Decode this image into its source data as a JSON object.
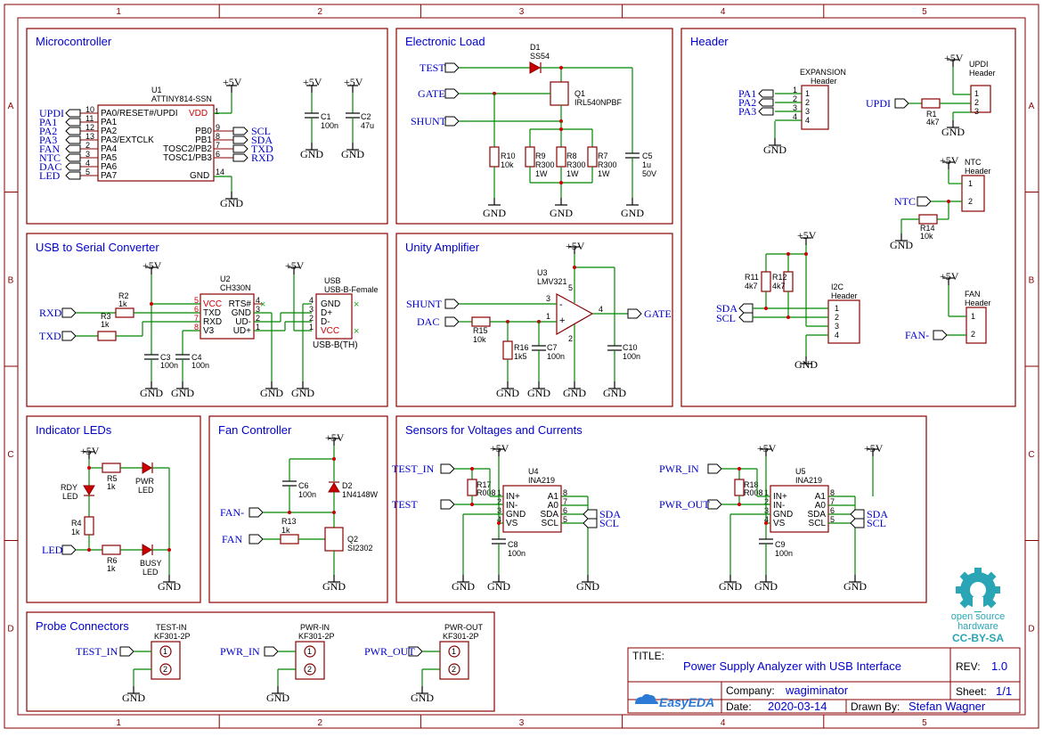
{
  "frame": {
    "cols": [
      "1",
      "2",
      "3",
      "4",
      "5"
    ],
    "rows": [
      "A",
      "B",
      "C",
      "D"
    ]
  },
  "panels": {
    "microcontroller": {
      "title": "Microcontroller",
      "u1_ref": "U1",
      "u1_part": "ATTINY814-SSN",
      "pins_left": [
        "PA0/RESET#/UPDI",
        "PA1",
        "PA2",
        "PA3/EXTCLK",
        "PA4",
        "PA5",
        "PA6",
        "PA7"
      ],
      "pins_left_nums": [
        "10",
        "11",
        "12",
        "13",
        "2",
        "3",
        "4",
        "5"
      ],
      "nets_left": [
        "UPDI",
        "PA1",
        "PA2",
        "PA3",
        "FAN",
        "NTC",
        "DAC",
        "LED"
      ],
      "vdd": "VDD",
      "vdd_num": "1",
      "gnd": "GND",
      "gnd_num": "14",
      "pins_right": [
        "PB0",
        "PB1",
        "TOSC2/PB2",
        "TOSC1/PB3"
      ],
      "pins_right_nums": [
        "9",
        "8",
        "7",
        "6"
      ],
      "nets_right": [
        "SCL",
        "SDA",
        "TXD",
        "RXD"
      ],
      "c1_ref": "C1",
      "c1_val": "100n",
      "c2_ref": "C2",
      "c2_val": "47u"
    },
    "electronic_load": {
      "title": "Electronic Load",
      "nets": [
        "TEST",
        "GATE",
        "SHUNT"
      ],
      "d1_ref": "D1",
      "d1_val": "SS54",
      "q1_ref": "Q1",
      "q1_val": "IRL540NPBF",
      "r10_ref": "R10",
      "r10_val": "10k",
      "r9_ref": "R9",
      "r9_val": "R300",
      "r9_p": "1W",
      "r8_ref": "R8",
      "r8_val": "R300",
      "r8_p": "1W",
      "r7_ref": "R7",
      "r7_val": "R300",
      "r7_p": "1W",
      "c5_ref": "C5",
      "c5_val": "1u",
      "c5_v": "50V"
    },
    "header": {
      "title": "Header",
      "exp_name": "EXPANSION",
      "exp_sub": "Header",
      "exp_nets": [
        "PA1",
        "PA2",
        "PA3"
      ],
      "updi_name": "UPDI",
      "updi_sub": "Header",
      "updi_net": "UPDI",
      "r1_ref": "R1",
      "r1_val": "4k7",
      "ntc_name": "NTC",
      "ntc_sub": "Header",
      "ntc_net": "NTC",
      "r14_ref": "R14",
      "r14_val": "10k",
      "i2c_name": "I2C",
      "i2c_sub": "Header",
      "i2c_nets": [
        "SDA",
        "SCL"
      ],
      "r11_ref": "R11",
      "r11_val": "4k7",
      "r12_ref": "R12",
      "r12_val": "4k7",
      "fan_name": "FAN",
      "fan_sub": "Header",
      "fan_net": "FAN-"
    },
    "usb_serial": {
      "title": "USB to Serial Converter",
      "u2_ref": "U2",
      "u2_part": "CH330N",
      "u2_left": [
        "VCC",
        "TXD",
        "RXD",
        "V3"
      ],
      "u2_left_nums": [
        "5",
        "6",
        "7",
        "8"
      ],
      "u2_right": [
        "RTS#",
        "GND",
        "UD-",
        "UD+"
      ],
      "u2_right_nums": [
        "4",
        "3",
        "2",
        "1"
      ],
      "r2_ref": "R2",
      "r2_val": "1k",
      "r3_ref": "R3",
      "r3_val": "1k",
      "nets": [
        "RXD",
        "TXD"
      ],
      "c3_ref": "C3",
      "c3_val": "100n",
      "c4_ref": "C4",
      "c4_val": "100n",
      "usb_ref": "USB",
      "usb_part": "USB-B-Female",
      "usb_pins": [
        "GND",
        "D+",
        "D-",
        "VCC"
      ],
      "usb_nums": [
        "4",
        "3",
        "2",
        "1"
      ],
      "usb_foot": "USB-B(TH)"
    },
    "unity_amp": {
      "title": "Unity Amplifier",
      "u3_ref": "U3",
      "u3_part": "LMV321",
      "nets_in": [
        "SHUNT",
        "DAC"
      ],
      "net_out": "GATE",
      "r15_ref": "R15",
      "r15_val": "10k",
      "r16_ref": "R16",
      "r16_val": "1k5",
      "c7_ref": "C7",
      "c7_val": "100n",
      "c10_ref": "C10",
      "c10_val": "100n",
      "pins": [
        "3",
        "1",
        "4",
        "5",
        "2"
      ]
    },
    "indicator_leds": {
      "title": "Indicator LEDs",
      "r5_ref": "R5",
      "r5_val": "1k",
      "r4_ref": "R4",
      "r4_val": "1k",
      "r6_ref": "R6",
      "r6_val": "1k",
      "pwr": "PWR",
      "pwr_sub": "LED",
      "rdy": "RDY",
      "rdy_sub": "LED",
      "busy": "BUSY",
      "busy_sub": "LED",
      "net": "LED"
    },
    "fan_controller": {
      "title": "Fan Controller",
      "c6_ref": "C6",
      "c6_val": "100n",
      "d2_ref": "D2",
      "d2_val": "1N4148W",
      "r13_ref": "R13",
      "r13_val": "1k",
      "q2_ref": "Q2",
      "q2_val": "SI2302",
      "nets": [
        "FAN-",
        "FAN"
      ]
    },
    "sensors": {
      "title": "Sensors for Voltages and Currents",
      "u4_ref": "U4",
      "u4_part": "INA219",
      "u5_ref": "U5",
      "u5_part": "INA219",
      "pins_left": [
        "IN+",
        "IN-",
        "GND",
        "VS"
      ],
      "pins_left_nums": [
        "1",
        "2",
        "3",
        "4"
      ],
      "pins_right": [
        "A1",
        "A0",
        "SDA",
        "SCL"
      ],
      "pins_right_nums": [
        "8",
        "7",
        "6",
        "5"
      ],
      "r17_ref": "R17",
      "r17_val": "R008",
      "r18_ref": "R18",
      "r18_val": "R008",
      "c8_ref": "C8",
      "c8_val": "100n",
      "c9_ref": "C9",
      "c9_val": "100n",
      "nets_u4": [
        "TEST_IN",
        "TEST"
      ],
      "nets_u5": [
        "PWR_IN",
        "PWR_OUT"
      ],
      "nets_i2c": [
        "SDA",
        "SCL"
      ]
    },
    "probe": {
      "title": "Probe Connectors",
      "conns": [
        {
          "name": "TEST-IN",
          "part": "KF301-2P",
          "net": "TEST_IN"
        },
        {
          "name": "PWR-IN",
          "part": "KF301-2P",
          "net": "PWR_IN"
        },
        {
          "name": "PWR-OUT",
          "part": "KF301-2P",
          "net": "PWR_OUT"
        }
      ]
    }
  },
  "labels": {
    "vcc": "+5V",
    "gnd": "GND"
  },
  "titleblock": {
    "title_label": "TITLE:",
    "title": "Power Supply Analyzer with USB Interface",
    "rev_label": "REV:",
    "rev": "1.0",
    "company_label": "Company:",
    "company": "wagiminator",
    "sheet_label": "Sheet:",
    "sheet": "1/1",
    "date_label": "Date:",
    "date": "2020-03-14",
    "drawn_label": "Drawn By:",
    "drawn": "Stefan Wagner",
    "eda": "EasyEDA",
    "oshw_line1": "open source",
    "oshw_line2": "hardware",
    "license": "CC-BY-SA"
  },
  "colors": {
    "wire": "#008800",
    "frame": "#880000",
    "title": "#0000cc",
    "oshw": "#2aa5b5",
    "pin_red": "#cc0000"
  }
}
